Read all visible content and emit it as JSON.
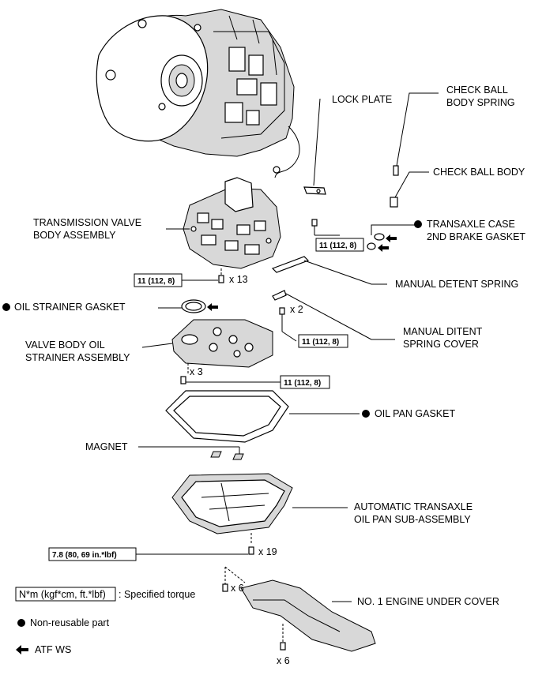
{
  "labels": {
    "lock_plate": "LOCK PLATE",
    "check_ball_spring_1": "CHECK BALL",
    "check_ball_spring_2": "BODY SPRING",
    "check_ball_body": "CHECK BALL BODY",
    "transaxle_gasket_1": "TRANSAXLE CASE",
    "transaxle_gasket_2": "2ND BRAKE GASKET",
    "valve_body_1": "TRANSMISSION VALVE",
    "valve_body_2": "BODY ASSEMBLY",
    "manual_detent_spring": "MANUAL DETENT SPRING",
    "oil_strainer_gasket": "OIL STRAINER GASKET",
    "strainer_1": "VALVE BODY OIL",
    "strainer_2": "STRAINER ASSEMBLY",
    "detent_cover_1": "MANUAL DITENT",
    "detent_cover_2": "SPRING COVER",
    "oil_pan_gasket": "OIL PAN GASKET",
    "magnet": "MAGNET",
    "oil_pan_1": "AUTOMATIC TRANSAXLE",
    "oil_pan_2": "OIL PAN SUB-ASSEMBLY",
    "under_cover": "NO. 1 ENGINE UNDER COVER"
  },
  "torques": {
    "lock_plate_bolt": "11 (112, 8)",
    "valve_body_bolts": "11 (112, 8)",
    "detent_cover_bolts": "11 (112, 8)",
    "strainer_bolts": "11 (112, 8)",
    "oil_pan_bolts": "7.8 (80, 69 in.*lbf)"
  },
  "quantities": {
    "valve_body_bolts": "x 13",
    "detent_cover_bolts": "x 2",
    "strainer_bolts": "x 3",
    "oil_pan_bolts": "x 19",
    "cover_bolts_top": "x 6",
    "cover_bolts_bottom": "x 6"
  },
  "legend": {
    "torque_box": "N*m (kgf*cm, ft.*lbf)",
    "torque_desc": ": Specified torque",
    "non_reusable": "Non-reusable part",
    "atf": "ATF WS"
  }
}
